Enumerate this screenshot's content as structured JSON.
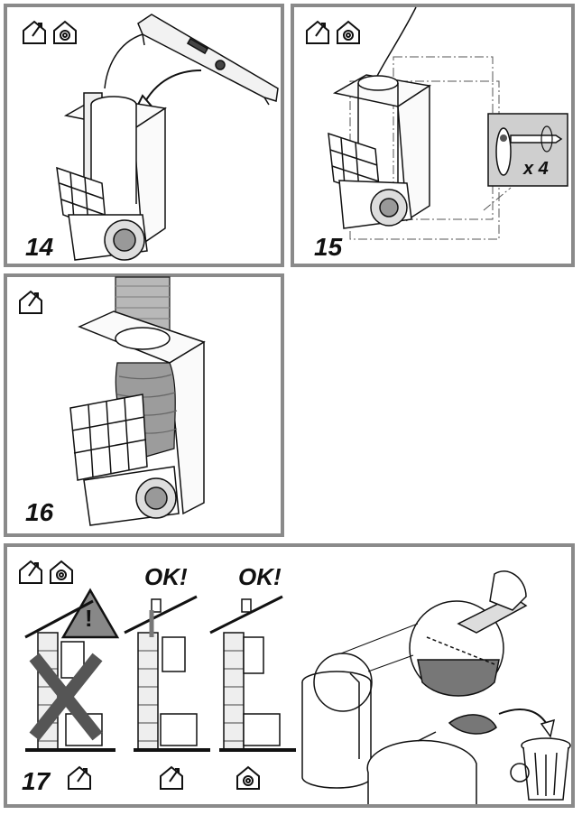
{
  "panels": [
    {
      "id": "14",
      "label": "14",
      "icons": [
        "ducted-house-icon",
        "recirculating-house-icon"
      ]
    },
    {
      "id": "15",
      "label": "15",
      "icons": [
        "ducted-house-icon",
        "recirculating-house-icon"
      ],
      "screw_count": "x 4"
    },
    {
      "id": "16",
      "label": "16",
      "icons": [
        "ducted-house-icon"
      ]
    },
    {
      "id": "17",
      "label": "17",
      "icons": [
        "ducted-house-icon",
        "recirculating-house-icon"
      ],
      "ok_labels": [
        "OK!",
        "OK!"
      ],
      "warning_symbol": "!"
    }
  ],
  "colors": {
    "border": "#8a8a8a",
    "line": "#111111",
    "gray_fill": "#777777",
    "duct_fill": "#aaaaaa"
  }
}
